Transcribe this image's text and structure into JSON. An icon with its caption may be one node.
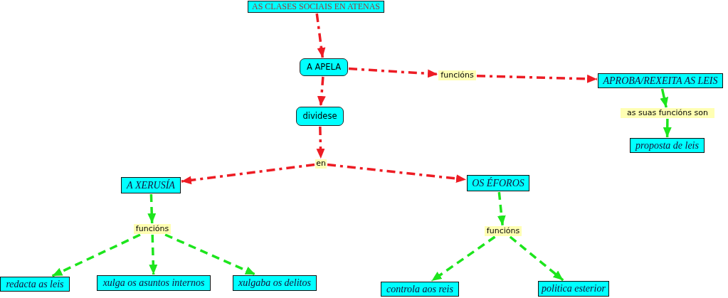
{
  "diagram": {
    "nodes": [
      {
        "text": [
          "AS CLASES SOCIAIS EN ATENAS"
        ]
      },
      {
        "text": [
          "A APELA"
        ]
      },
      {
        "text": [
          "funcións"
        ]
      },
      {
        "text": [
          "APROBA/REXEITA AS LEIS"
        ]
      },
      {
        "text": [
          "as suas funcións son"
        ]
      },
      {
        "text": [
          "proposta de leis"
        ]
      },
      {
        "text": [
          "dividese"
        ]
      },
      {
        "text": [
          "en"
        ]
      },
      {
        "text": [
          "A XERUSÍA"
        ]
      },
      {
        "text": [
          "OS ÉFOROS"
        ]
      },
      {
        "text": [
          "funcións"
        ]
      },
      {
        "text": [
          "redacta as leis"
        ]
      },
      {
        "text": [
          "xulga os asuntos internos"
        ]
      },
      {
        "text": [
          "xulgaba os delitos"
        ]
      },
      {
        "text": [
          "funcións"
        ]
      },
      {
        "text": [
          "controla aos reis"
        ]
      },
      {
        "text": [
          "politica esterior"
        ]
      }
    ],
    "edges": [
      {
        "from": 0,
        "to": 1,
        "arrow": "to",
        "style": "dashed",
        "color": "#ed1c24"
      },
      {
        "from": 1,
        "to": 2,
        "arrow": "to",
        "style": "dashed",
        "color": "#ed1c24"
      },
      {
        "from": 2,
        "to": 3,
        "arrow": "to",
        "style": "dashed",
        "color": "#ed1c24"
      },
      {
        "from": 3,
        "to": 4,
        "arrow": "to"
      },
      {
        "from": 4,
        "to": 5,
        "arrow": "to"
      },
      {
        "from": 1,
        "to": 6,
        "arrow": "to",
        "style": "dashed",
        "color": "#ed1c24"
      },
      {
        "from": 6,
        "to": 7,
        "arrow": "to",
        "style": "dashed",
        "color": "#ed1c24"
      },
      {
        "from": 7,
        "to": 8,
        "arrow": "to",
        "style": "dashed",
        "color": "#ed1c24"
      },
      {
        "from": 7,
        "to": 9,
        "arrow": "to",
        "style": "dashed",
        "color": "#ed1c24"
      },
      {
        "from": 8,
        "to": 10,
        "arrow": "to",
        "style": "dashed"
      },
      {
        "from": 10,
        "to": 11,
        "arrow": "to",
        "style": "dashed"
      },
      {
        "from": 10,
        "to": 12,
        "arrow": "to",
        "style": "dashed"
      },
      {
        "from": 10,
        "to": 13,
        "arrow": "to",
        "style": "dashed"
      },
      {
        "from": 9,
        "to": 14,
        "arrow": "to",
        "style": "dashed"
      },
      {
        "from": 14,
        "to": 15,
        "arrow": "to",
        "style": "dashed"
      },
      {
        "from": 14,
        "to": 16,
        "arrow": "to",
        "style": "dashed"
      }
    ]
  }
}
